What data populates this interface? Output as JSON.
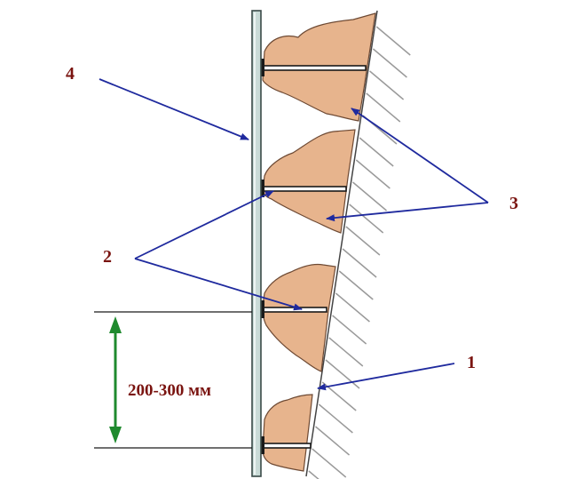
{
  "labels": {
    "one": "1",
    "two": "2",
    "three": "3",
    "four": "4",
    "dimension": "200-300 мм"
  },
  "colors": {
    "mortar": "#e7b48d",
    "mortar_edge": "#6e4a34",
    "plate": "#c9dbd7",
    "plate_edge": "#3a4a48",
    "leader": "#1f2a9e",
    "dimension": "#1f8a2e",
    "label": "#7a1410",
    "hatch": "#9a9a9a"
  }
}
